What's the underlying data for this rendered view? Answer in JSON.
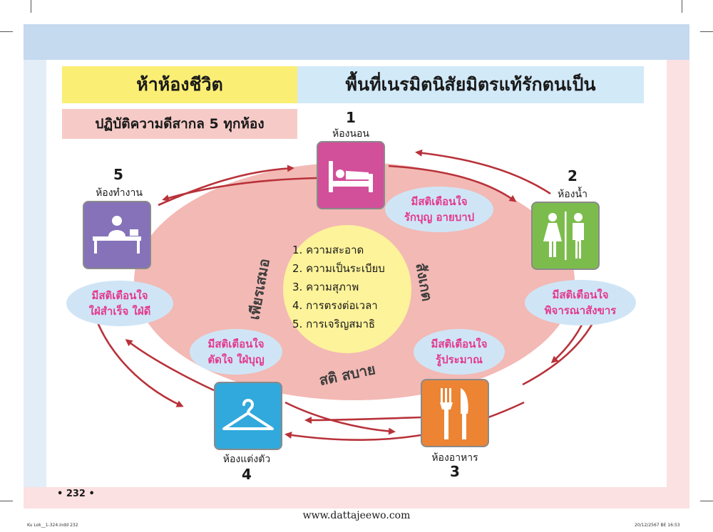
{
  "header": {
    "title_left": "ห้าห้องชีวิต",
    "title_right": "พื้นที่เนรมิตนิสัยมิตรแท้รักตนเป็น",
    "subtitle": "ปฏิบัติความดีสากล 5 ทุกห้อง"
  },
  "center": {
    "items": [
      "1. ความสะอาด",
      "2. ความเป็นระเบียบ",
      "3. ความสุภาพ",
      "4. การตรงต่อเวลา",
      "5. การเจริญสมาธิ"
    ],
    "left_word": "เพียรเสมอ",
    "right_word": "สังเกต",
    "bottom_word": "สติ สบาย"
  },
  "rooms": [
    {
      "number": "1",
      "name": "ห้องนอน",
      "icon": "bed-icon",
      "color": "#d24f9a"
    },
    {
      "number": "2",
      "name": "ห้องน้ำ",
      "icon": "restroom-icon",
      "color": "#7cbc4c"
    },
    {
      "number": "3",
      "name": "ห้องอาหาร",
      "icon": "fork-knife-icon",
      "color": "#ec8433"
    },
    {
      "number": "4",
      "name": "ห้องแต่งตัว",
      "icon": "hanger-icon",
      "color": "#31a9dc"
    },
    {
      "number": "5",
      "name": "ห้องทำงาน",
      "icon": "desk-worker-icon",
      "color": "#8572b9"
    }
  ],
  "bubbles": [
    {
      "line1": "มีสติเตือนใจ",
      "line2": "รักบุญ อายบาป"
    },
    {
      "line1": "มีสติเตือนใจ",
      "line2": "พิจารณาสังขาร"
    },
    {
      "line1": "มีสติเตือนใจ",
      "line2": "รู้ประมาณ"
    },
    {
      "line1": "มีสติเตือนใจ",
      "line2": "ตัดใจ ใฝ่บุญ"
    },
    {
      "line1": "มีสติเตือนใจ",
      "line2": "ใฝ่สำเร็จ ใฝ่ดี"
    }
  ],
  "colors": {
    "arrow": "#b8323a",
    "ellipse": "#f3b9b5",
    "center": "#fdf39a",
    "bubble_text": "#e33a8e"
  },
  "footer": {
    "page_number": "• 232 •",
    "website": "www.dattajeewo.com",
    "file_info": "Ku Lok__1-324.indd 232",
    "date_info": "20/12/2567 BE 16:53"
  }
}
